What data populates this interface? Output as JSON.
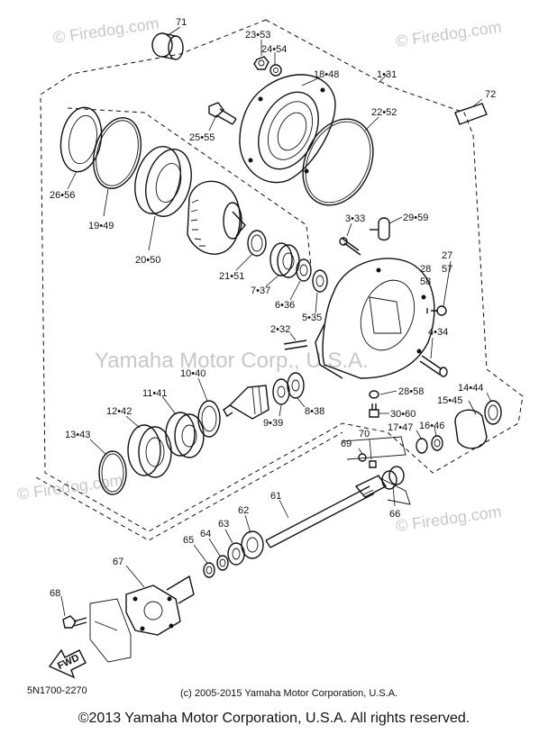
{
  "watermarks": {
    "site_short": "© Firedog.com",
    "site_main": "© Firedog.com",
    "center": "Yamaha Motor Corp., U.S.A."
  },
  "diagram_code": "5N1700-2270",
  "inner_copyright": "(c) 2005-2015 Yamaha Motor Corporation, U.S.A.",
  "front_arrow": "FWD",
  "footer_copyright": "©2013 Yamaha Motor Corporation, U.S.A. All rights reserved.",
  "labels": {
    "p71": "71",
    "p23": "23•53",
    "p24": "24•54",
    "p18": "18•48",
    "p1": "1•31",
    "p72": "72",
    "p25": "25•55",
    "p22": "22•52",
    "p26": "26•56",
    "p19": "19•49",
    "p20": "20•50",
    "p3": "3•33",
    "p29": "29•59",
    "p21": "21•51",
    "p7": "7•37",
    "p6": "6•36",
    "p5": "5•35",
    "p27": "27",
    "p28": "28",
    "p57": "57",
    "p58": "58",
    "p2": "2•32",
    "p4": "4•34",
    "p10": "10•40",
    "p11": "11•41",
    "p12": "12•42",
    "p9": "9•39",
    "p8": "8•38",
    "p28b": "28•58",
    "p14": "14•44",
    "p15": "15•45",
    "p30": "30•60",
    "p17": "17•47",
    "p16": "16•46",
    "p13": "13•43",
    "p69": "69",
    "p70": "70",
    "p61": "61",
    "p66": "66",
    "p62": "62",
    "p63": "63",
    "p64": "64",
    "p65": "65",
    "p67": "67",
    "p68": "68"
  }
}
